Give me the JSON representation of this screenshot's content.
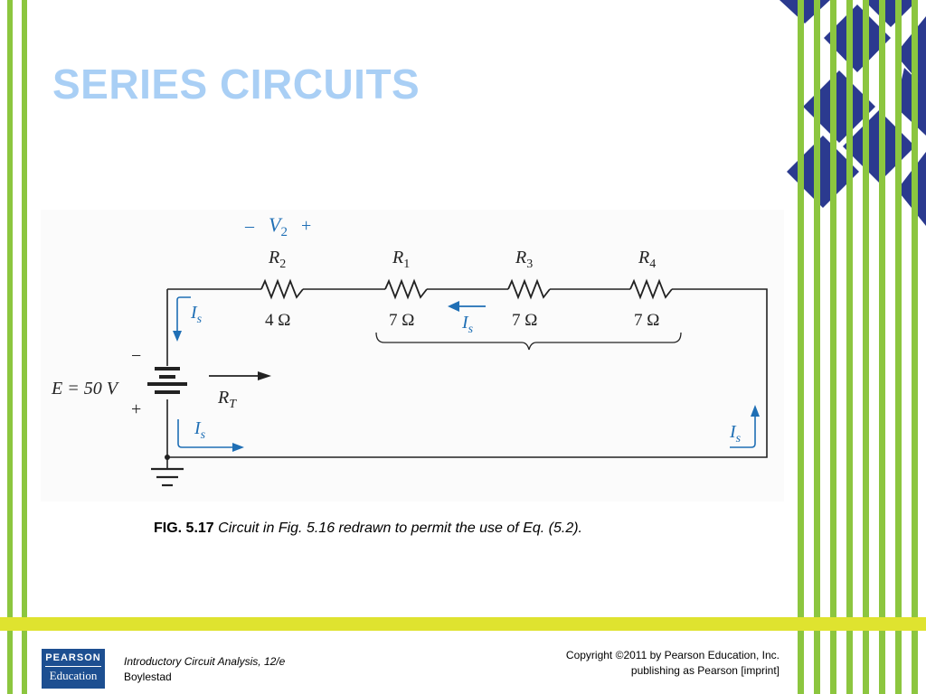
{
  "slide": {
    "title": "SERIES CIRCUITS"
  },
  "circuit": {
    "source_label": "E = 50 V",
    "source_minus": "−",
    "source_plus": "+",
    "total_resistance_label": "R",
    "total_resistance_sub": "T",
    "current_main": "I",
    "current_sub": "s",
    "voltage_label": "V",
    "voltage_sub": "2",
    "voltage_minus": "–",
    "voltage_plus": "+",
    "resistors": [
      {
        "name": "R",
        "sub": "2",
        "value": "4 Ω"
      },
      {
        "name": "R",
        "sub": "1",
        "value": "7 Ω"
      },
      {
        "name": "R",
        "sub": "3",
        "value": "7 Ω"
      },
      {
        "name": "R",
        "sub": "4",
        "value": "7 Ω"
      }
    ]
  },
  "caption": {
    "number": "FIG. 5.17",
    "text": " Circuit in Fig. 5.16 redrawn to permit the use of Eq. (5.2)."
  },
  "footer": {
    "logo_top": "PEARSON",
    "logo_bottom": "Education",
    "book_title": "Introductory Circuit Analysis, 12/e",
    "book_author": "Boylestad",
    "copyright_line1": "Copyright ©2011 by Pearson Education, Inc.",
    "copyright_line2": "publishing as Pearson [imprint]"
  },
  "colors": {
    "title": "#a9cff5",
    "green_stripe": "#8cc63f",
    "yellow_band": "#dfe32f",
    "diamond": "#2b3a8f",
    "current_arrow": "#1f6fb5",
    "logo": "#1d4f91"
  }
}
